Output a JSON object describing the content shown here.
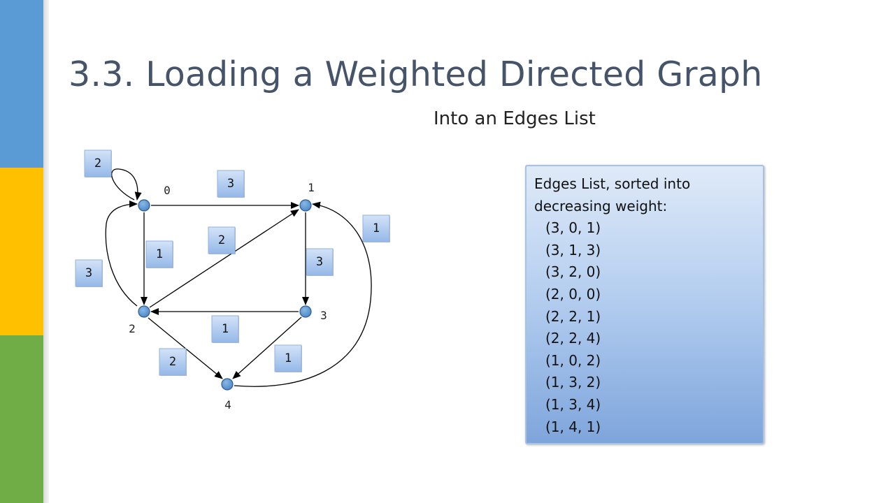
{
  "slide": {
    "title": "3.3. Loading a Weighted Directed Graph",
    "subtitle": "Into an Edges List"
  },
  "colors": {
    "bar_top": "#5b9bd5",
    "bar_middle": "#ffc000",
    "bar_bottom": "#70ad47",
    "title": "#46546a",
    "node_fill": "#5b9bd5",
    "label_fill": "#b3cdef"
  },
  "graph": {
    "nodes": [
      {
        "id": "0",
        "label": "0"
      },
      {
        "id": "1",
        "label": "1"
      },
      {
        "id": "2",
        "label": "2"
      },
      {
        "id": "3",
        "label": "3"
      },
      {
        "id": "4",
        "label": "4"
      }
    ],
    "edges": [
      {
        "from": "0",
        "to": "0",
        "weight": "2"
      },
      {
        "from": "0",
        "to": "1",
        "weight": "3"
      },
      {
        "from": "0",
        "to": "2",
        "weight": "1"
      },
      {
        "from": "2",
        "to": "1",
        "weight": "2"
      },
      {
        "from": "2",
        "to": "0",
        "weight": "3"
      },
      {
        "from": "1",
        "to": "3",
        "weight": "3"
      },
      {
        "from": "4",
        "to": "1",
        "weight": "1"
      },
      {
        "from": "3",
        "to": "2",
        "weight": "1"
      },
      {
        "from": "2",
        "to": "4",
        "weight": "2"
      },
      {
        "from": "3",
        "to": "4",
        "weight": "1"
      }
    ]
  },
  "edges_list": {
    "heading_line1": "Edges List, sorted into",
    "heading_line2": "decreasing weight:",
    "items": [
      "(3, 0, 1)",
      "(3, 1, 3)",
      "(3, 2, 0)",
      "(2, 0, 0)",
      "(2, 2, 1)",
      "(2, 2, 4)",
      "(1, 0, 2)",
      "(1, 3, 2)",
      "(1, 3, 4)",
      "(1, 4, 1)"
    ]
  }
}
